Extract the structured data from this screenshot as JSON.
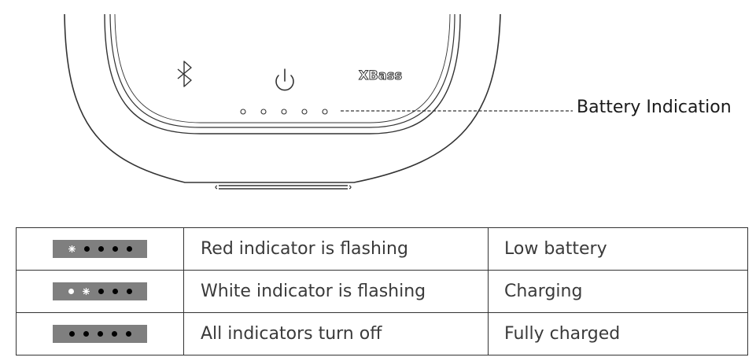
{
  "device": {
    "bluetooth_icon": "bluetooth-icon",
    "power_icon": "power-icon",
    "xbass_label": "XBass",
    "led_count": 5
  },
  "callout": {
    "label": "Battery Indication"
  },
  "table": {
    "rows": [
      {
        "indicator": "led-1-flashing",
        "description": "Red indicator is flashing",
        "status": "Low battery"
      },
      {
        "indicator": "led-2-flashing",
        "description": "White indicator is flashing",
        "status": "Charging"
      },
      {
        "indicator": "all-leds-off",
        "description": "All indicators turn off",
        "status": "Fully charged"
      }
    ]
  },
  "colors": {
    "line": "#333333",
    "led_bar": "#7f7f7f",
    "text": "#3a3a3a"
  }
}
